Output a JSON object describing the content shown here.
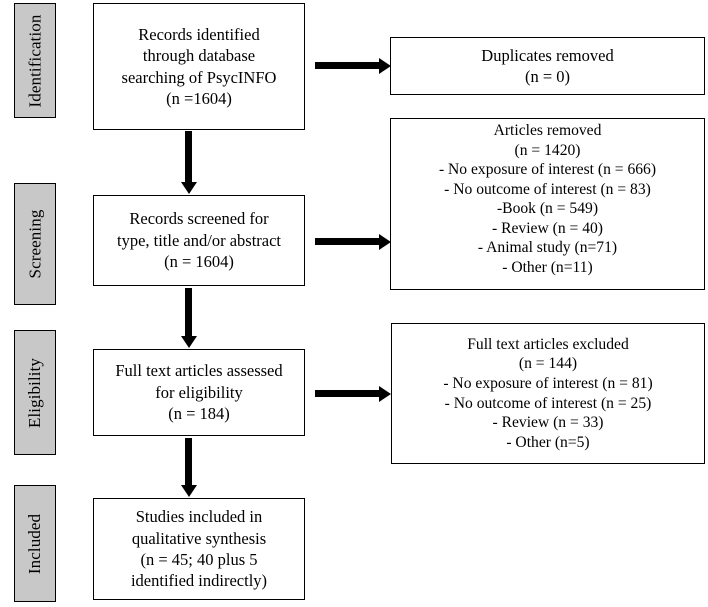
{
  "diagram": {
    "type": "prisma-flow-diagram",
    "title": "",
    "colors": {
      "stage_fill": "#c8c8c8",
      "box_fill": "#ffffff",
      "stroke": "#000000"
    }
  },
  "stages": [
    {
      "label": "Identification"
    },
    {
      "label": "Screening"
    },
    {
      "label": "Eligibility"
    },
    {
      "label": "Included"
    }
  ],
  "boxes": {
    "records_identified": {
      "text": "Records identified\nthrough database\nsearching of PsycINFO\n(n =1604)"
    },
    "duplicates_removed": {
      "text": "Duplicates removed\n(n = 0)"
    },
    "articles_removed": {
      "text": "Articles removed\n(n = 1420)\n- No exposure of interest (n = 666)\n- No outcome of interest (n = 83)\n-Book (n = 549)\n- Review (n = 40)\n- Animal study (n=71)\n- Other (n=11)"
    },
    "records_screened": {
      "text": "Records screened for\ntype, title and/or abstract\n(n = 1604)"
    },
    "full_text_assessed": {
      "text": "Full text articles assessed\nfor eligibility\n(n = 184)"
    },
    "full_text_excluded": {
      "text": "Full text articles excluded\n(n = 144)\n- No exposure of interest (n = 81)\n- No outcome of interest (n = 25)\n- Review (n = 33)\n- Other (n=5)"
    },
    "studies_included": {
      "text": "Studies included in\nqualitative synthesis\n(n = 45; 40 plus 5\nidentified indirectly)"
    }
  },
  "counts": {
    "records_identified": 1604,
    "duplicates_removed": 0,
    "records_screened": 1604,
    "articles_removed_total": 1420,
    "articles_removed_no_exposure": 666,
    "articles_removed_no_outcome": 83,
    "articles_removed_book": 549,
    "articles_removed_review": 40,
    "articles_removed_animal_study": 71,
    "articles_removed_other": 11,
    "full_text_assessed": 184,
    "full_text_excluded_total": 144,
    "full_text_excluded_no_exposure": 81,
    "full_text_excluded_no_outcome": 25,
    "full_text_excluded_review": 33,
    "full_text_excluded_other": 5,
    "studies_included": 45,
    "studies_included_direct": 40,
    "studies_included_indirect": 5
  }
}
